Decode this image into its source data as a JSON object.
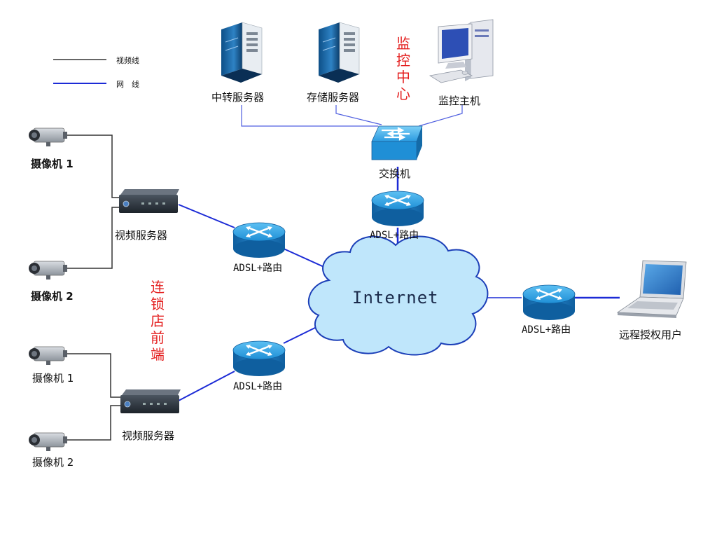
{
  "legend": {
    "video_line": "视频线",
    "network_line": "网　线",
    "video_line_color": "#333333",
    "network_line_color": "#1c2bd6"
  },
  "monitoring_center": {
    "title": "监控中心",
    "relay_server": "中转服务器",
    "storage_server": "存储服务器",
    "monitor_host": "监控主机",
    "switch": "交换机",
    "router": "ADSL+路由"
  },
  "internet": {
    "label": "Internet"
  },
  "remote": {
    "router": "ADSL+路由",
    "user": "远程授权用户"
  },
  "chain_store": {
    "title": "连锁店前端",
    "site1": {
      "camera1": "摄像机 1",
      "camera2": "摄像机 2",
      "video_server": "视频服务器",
      "router": "ADSL+路由"
    },
    "site2": {
      "camera1": "摄像机 1",
      "camera2": "摄像机 2",
      "video_server": "视频服务器",
      "router": "ADSL+路由"
    }
  },
  "colors": {
    "accent_red": "#e41e1e",
    "cloud_fill": "#bfe6fb",
    "router_fill": "#1f8fd6",
    "network_line": "#1c2bd6"
  }
}
